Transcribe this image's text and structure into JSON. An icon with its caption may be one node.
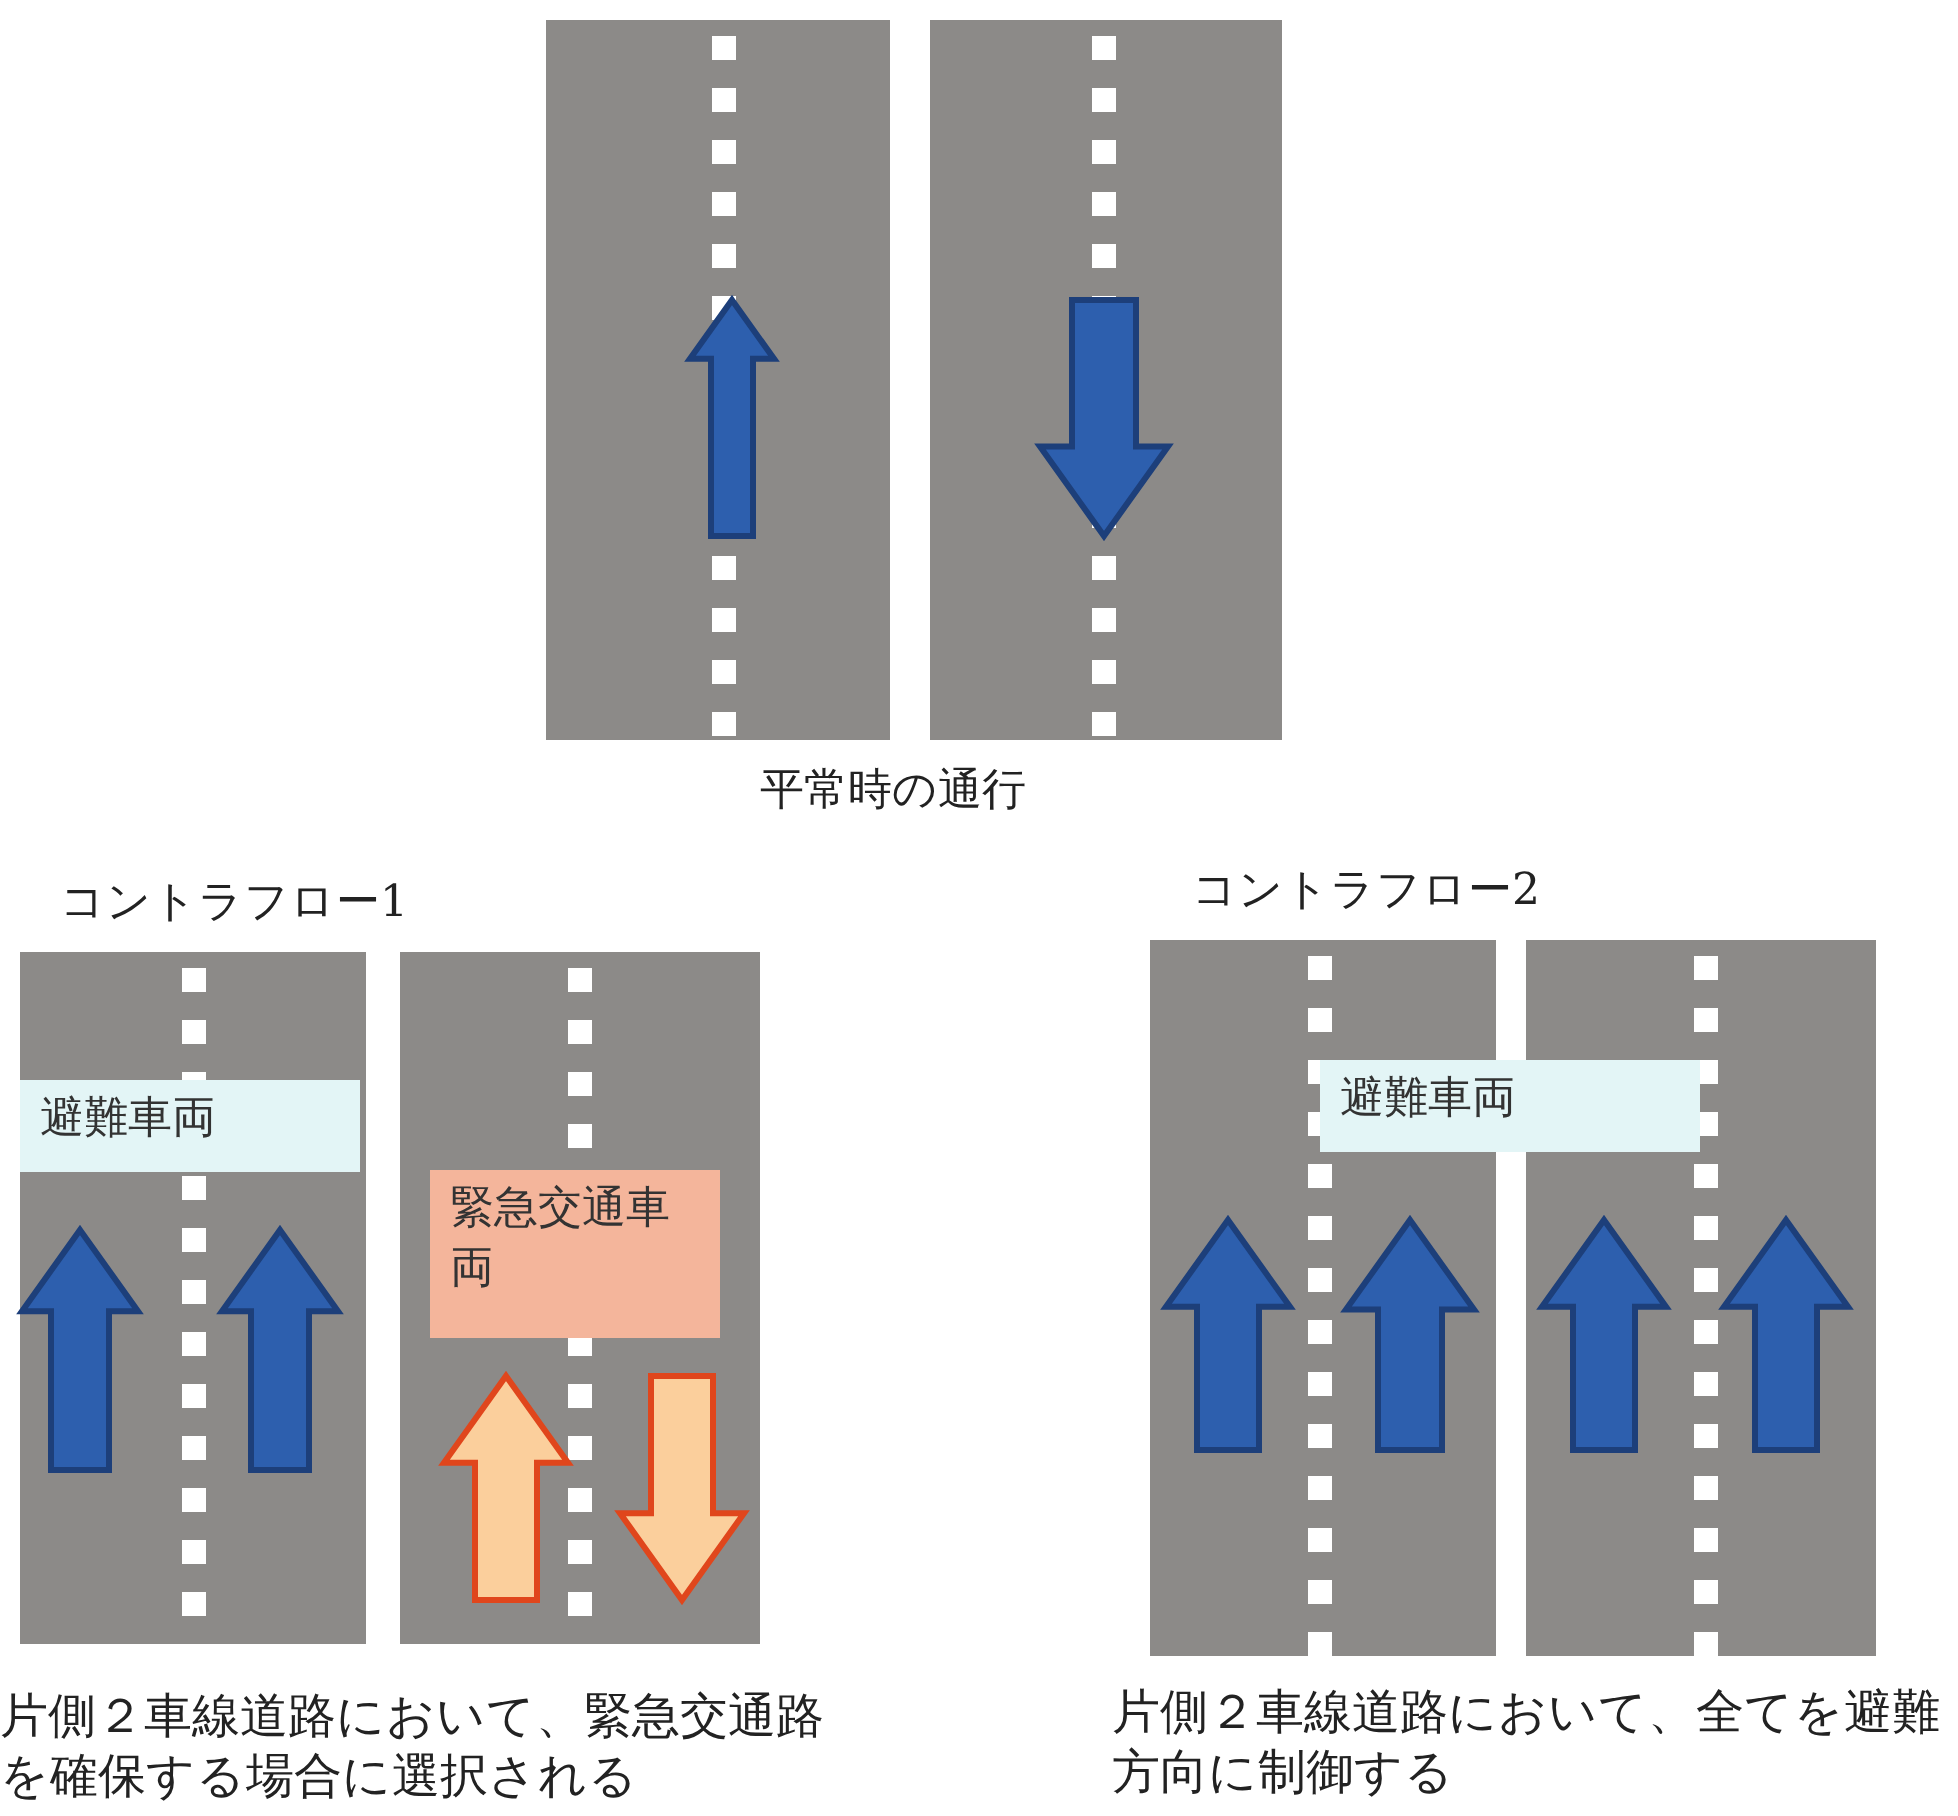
{
  "diagram": {
    "nodes": [
      {
        "text": [
          "避難車両"
        ]
      },
      {
        "text": [
          "緊急交通車両"
        ]
      },
      {
        "text": [
          "避難車両"
        ]
      }
    ],
    "labels": [
      "平常時の通行",
      "コントラフロー1",
      "コントラフロー2",
      "片側２車線道路において、緊急交通路を確保する場合に選択される",
      "片側２車線道路において、全てを避難方向に制御する"
    ]
  }
}
